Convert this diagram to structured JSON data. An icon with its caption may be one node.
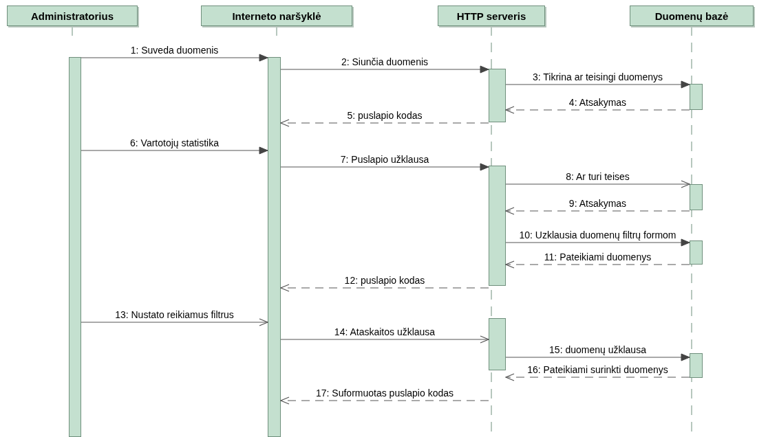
{
  "diagram": {
    "nodes": [
      {
        "text": [
          "Administratorius"
        ]
      },
      {
        "text": [
          "Interneto naršyklė"
        ]
      },
      {
        "text": [
          "HTTP serveris"
        ]
      },
      {
        "text": [
          "Duomenų bazė"
        ]
      },
      {
        "text": [],
        "shape": "bar"
      },
      {
        "text": [],
        "shape": "bar"
      },
      {
        "text": [],
        "shape": "bar"
      },
      {
        "text": [],
        "shape": "bar"
      },
      {
        "text": [],
        "shape": "bar"
      },
      {
        "text": [],
        "shape": "bar"
      },
      {
        "text": [],
        "shape": "bar"
      },
      {
        "text": [],
        "shape": "bar"
      },
      {
        "text": [],
        "shape": "bar"
      }
    ],
    "edges": [
      {
        "from": 4,
        "to": 5,
        "arrow": "to",
        "label": "1: Suveda duomenis"
      },
      {
        "from": 5,
        "to": 6,
        "arrow": "to",
        "label": "2: Siunčia duomenis"
      },
      {
        "from": 6,
        "to": 9,
        "arrow": "to",
        "label": "3: Tikrina ar teisingi duomenys"
      },
      {
        "from": 9,
        "to": 6,
        "arrow": "to",
        "label": "4: Atsakymas",
        "style": "dashed"
      },
      {
        "from": 6,
        "to": 5,
        "arrow": "to",
        "label": "5: puslapio kodas",
        "style": "dashed"
      },
      {
        "from": 4,
        "to": 5,
        "arrow": "to",
        "label": "6: Vartotojų statistika"
      },
      {
        "from": 5,
        "to": 7,
        "arrow": "to",
        "label": "7: Puslapio užklausa"
      },
      {
        "from": 7,
        "to": 10,
        "arrow": "to",
        "label": "8: Ar turi teises"
      },
      {
        "from": 10,
        "to": 7,
        "arrow": "to",
        "label": "9: Atsakymas",
        "style": "dashed"
      },
      {
        "from": 7,
        "to": 11,
        "arrow": "to",
        "label": "10: Uzklausia duomenų filtrų formom"
      },
      {
        "from": 11,
        "to": 7,
        "arrow": "to",
        "label": "11: Pateikiami duomenys",
        "style": "dashed"
      },
      {
        "from": 7,
        "to": 5,
        "arrow": "to",
        "label": "12: puslapio kodas",
        "style": "dashed"
      },
      {
        "from": 4,
        "to": 5,
        "arrow": "to",
        "label": "13: Nustato reikiamus filtrus"
      },
      {
        "from": 5,
        "to": 8,
        "arrow": "to",
        "label": "14: Ataskaitos užklausa"
      },
      {
        "from": 8,
        "to": 12,
        "arrow": "to",
        "label": "15: duomenų užklausa"
      },
      {
        "from": 12,
        "to": 8,
        "arrow": "to",
        "label": "16: Pateikiami surinkti duomenys",
        "style": "dashed"
      },
      {
        "from": 8,
        "to": 5,
        "arrow": "to",
        "label": "17: Suformuotas puslapio kodas",
        "style": "dashed"
      }
    ]
  }
}
